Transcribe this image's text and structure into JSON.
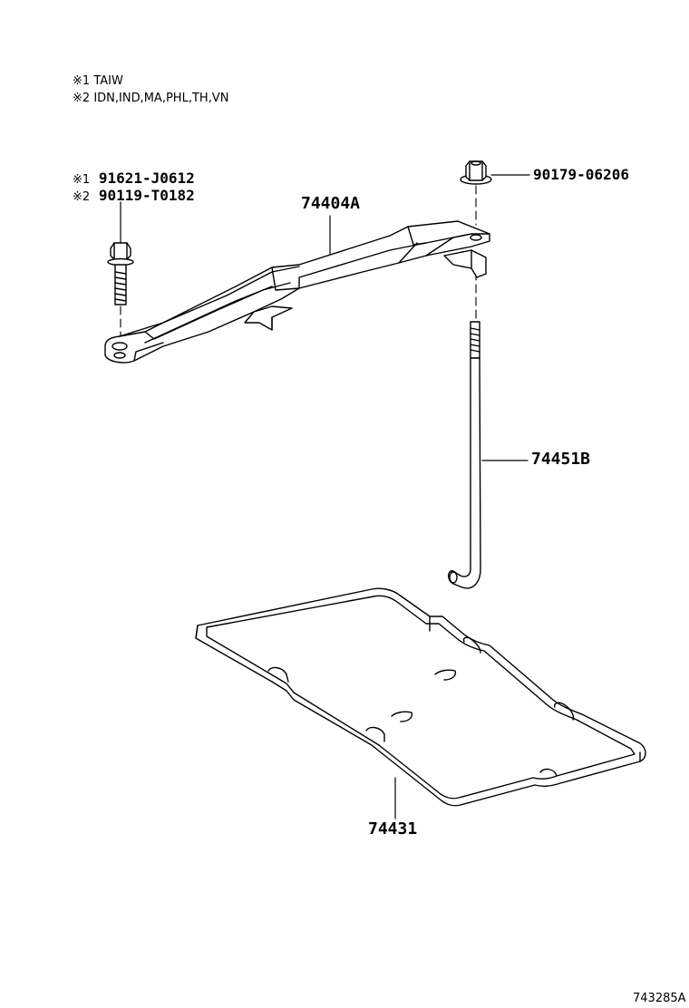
{
  "notes": [
    {
      "mark": "※1",
      "text": "TAIW"
    },
    {
      "mark": "※2",
      "text": "IDN,IND,MA,PHL,TH,VN"
    }
  ],
  "parts": {
    "bolt_note1": {
      "mark": "※1",
      "number": "91621-J0612"
    },
    "bolt_note2": {
      "mark": "※2",
      "number": "90119-T0182"
    },
    "nut": {
      "number": "90179-06206"
    },
    "clamp": {
      "number": "74404A"
    },
    "rod": {
      "number": "74451B"
    },
    "tray": {
      "number": "74431"
    }
  },
  "footer": {
    "code": "743285A"
  }
}
